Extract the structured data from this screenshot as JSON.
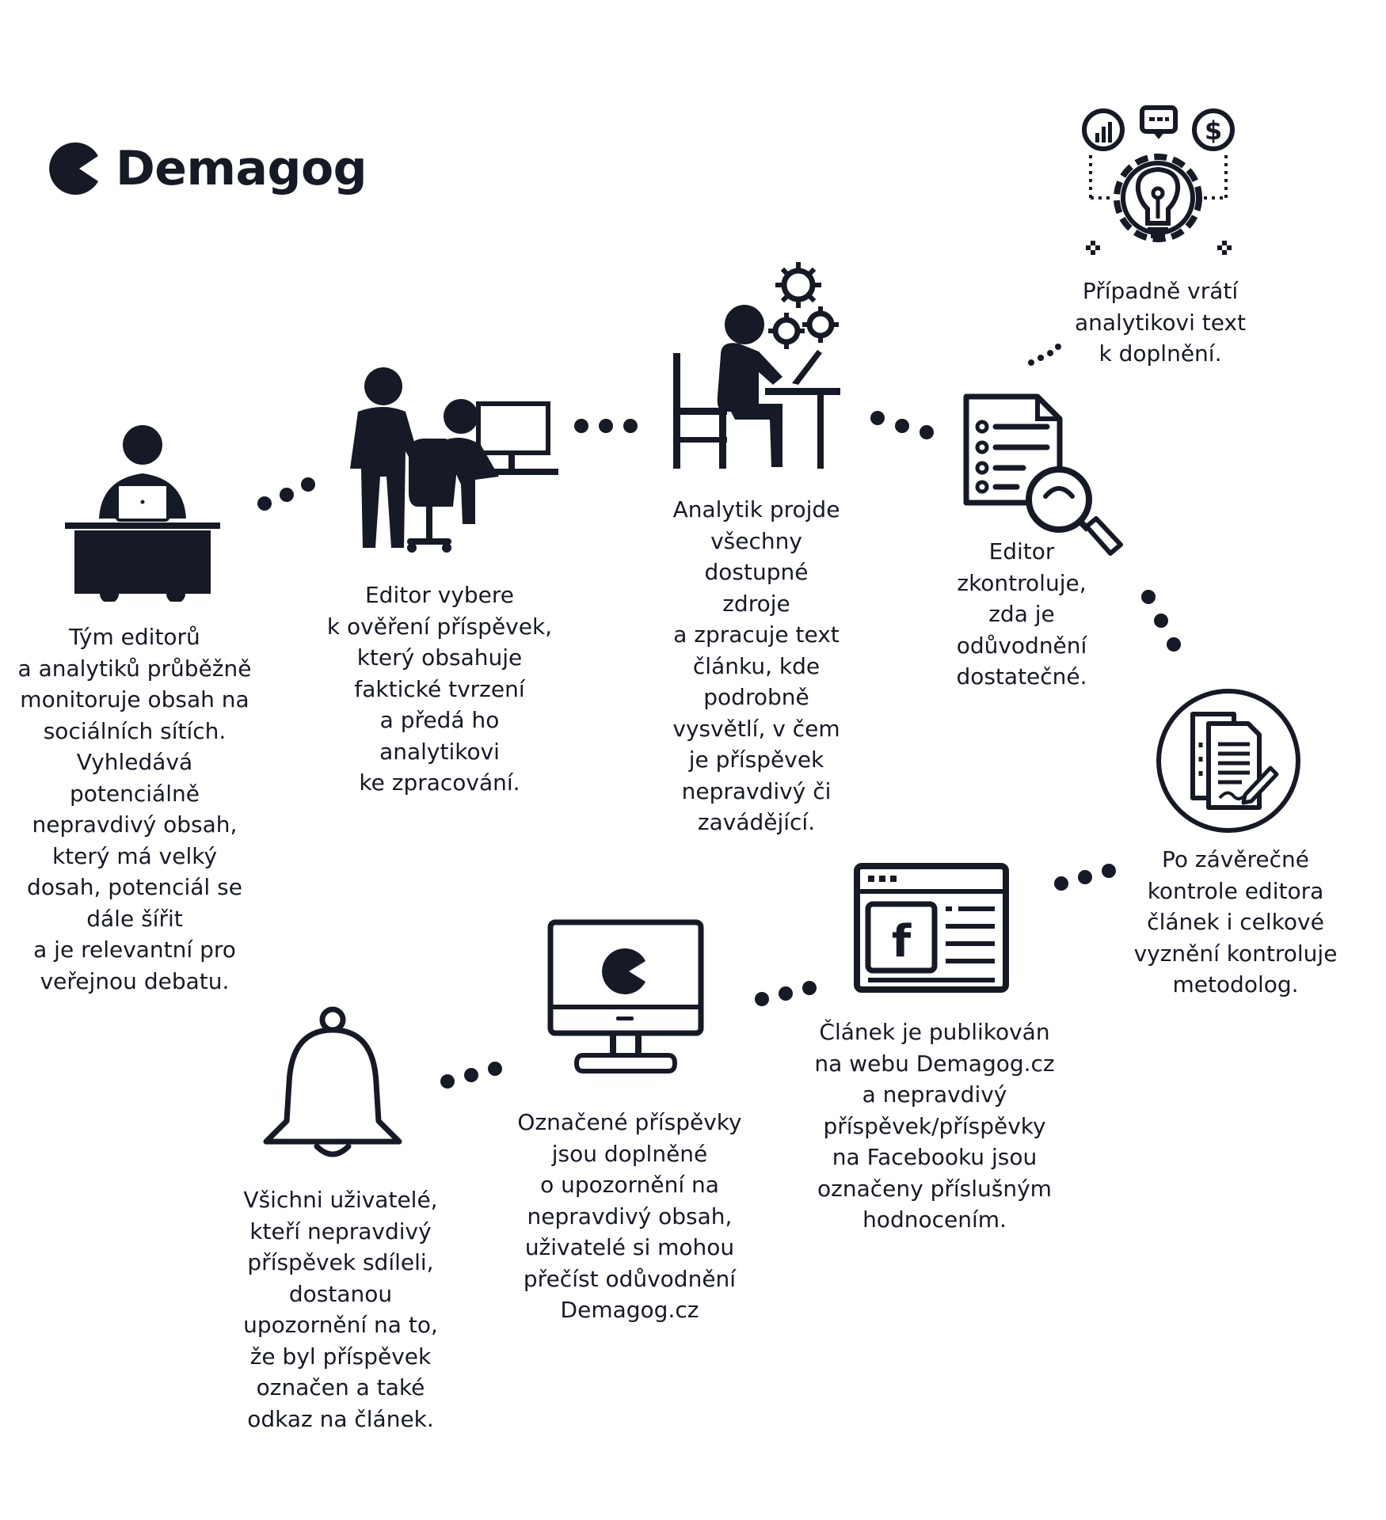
{
  "brand": {
    "name": "Demagog",
    "color": "#161a26"
  },
  "steps": [
    {
      "id": "monitoring",
      "icon": "person-at-laptop-desk-icon",
      "text": "Tým editorů\na analytiků průběžně\nmonitoruje obsah na\nsociálních sítích.\nVyhledává\npotenciálně\nnepravdivý obsah,\nkterý má velký\ndosah, potenciál se\ndále šířit\na je relevantní pro\nveřejnou debatu."
    },
    {
      "id": "selection",
      "icon": "editor-and-analyst-at-computer-icon",
      "text": "Editor vybere\nk ověření příspěvek,\nkterý obsahuje\nfaktické tvrzení\na předá ho analytikovi\nke zpracování."
    },
    {
      "id": "analysis",
      "icon": "analyst-thinking-gears-icon",
      "text": "Analytik projde\nvšechny\ndostupné\nzdroje\na zpracuje text\nčlánku, kde\npodrobně\nvysvětlí, v čem\nje příspěvek\nnepravdivý či\nzavádějící."
    },
    {
      "id": "review",
      "icon": "document-magnifier-icon",
      "text": "Editor\nzkontroluje,\nzda je\nodůvodnění\ndostatečné."
    },
    {
      "id": "return",
      "icon": "gear-lightbulb-icon",
      "text": "Případně vrátí\nanalytikovi text\nk doplnění."
    },
    {
      "id": "final-check",
      "icon": "documents-pen-circle-icon",
      "text": "Po závěrečné\nkontrole editora\nčlánek i celkové\nvyznění kontroluje\nmetodolog."
    },
    {
      "id": "publish",
      "icon": "browser-facebook-icon",
      "text": "Článek je publikován\nna webu Demagog.cz\na nepravdivý\npříspěvek/příspěvky\nna Facebooku jsou\noznačeny příslušným\nhodnocením."
    },
    {
      "id": "warning",
      "icon": "monitor-demagog-logo-icon",
      "text": "Označené příspěvky\njsou doplněné\no upozornění na\nnepravdivý obsah,\nuživatelé si mohou\npřečíst odůvodnění\nDemagog.cz"
    },
    {
      "id": "notification",
      "icon": "bell-icon",
      "text": "Všichni uživatelé,\nkteří nepravdivý\npříspěvek sdíleli,\ndostanou\nupozornění na to,\nže byl příspěvek\noznačen a také\nodkaz na článek."
    }
  ]
}
